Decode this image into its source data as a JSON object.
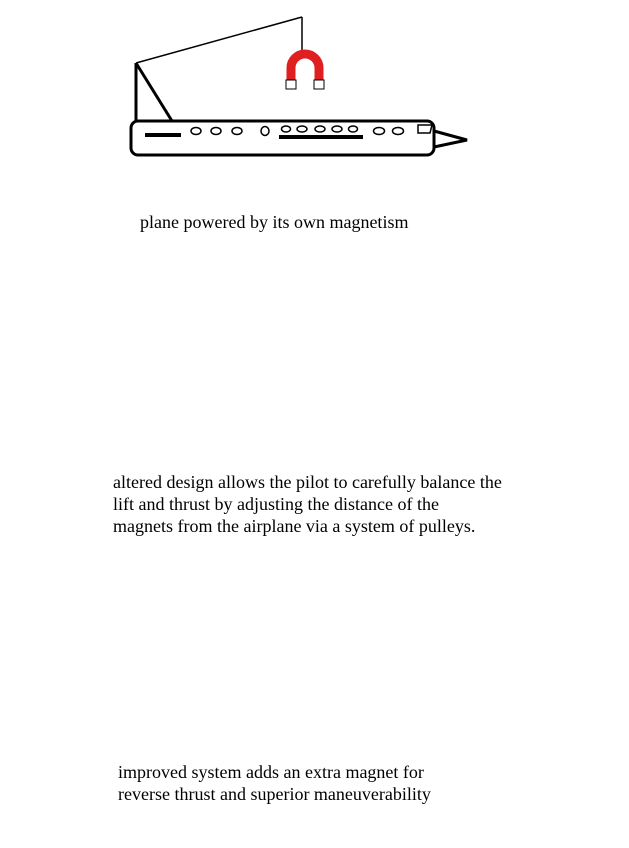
{
  "panels": [
    {
      "caption_lines": [
        "plane powered by its own magnetism"
      ]
    },
    {
      "caption_lines": [
        "altered design allows the pilot to carefully balance the",
        "lift and thrust by adjusting the distance of the",
        "magnets from the airplane via a system of pulleys."
      ]
    },
    {
      "caption_lines": [
        "improved system adds an extra magnet for",
        "reverse thrust and superior maneuverability"
      ]
    }
  ],
  "colors": {
    "ink": "#000000",
    "magnet": "#e02020",
    "background": "#ffffff"
  },
  "icons": [
    "airplane-icon",
    "horseshoe-magnet-icon",
    "pulley-frame-icon"
  ]
}
